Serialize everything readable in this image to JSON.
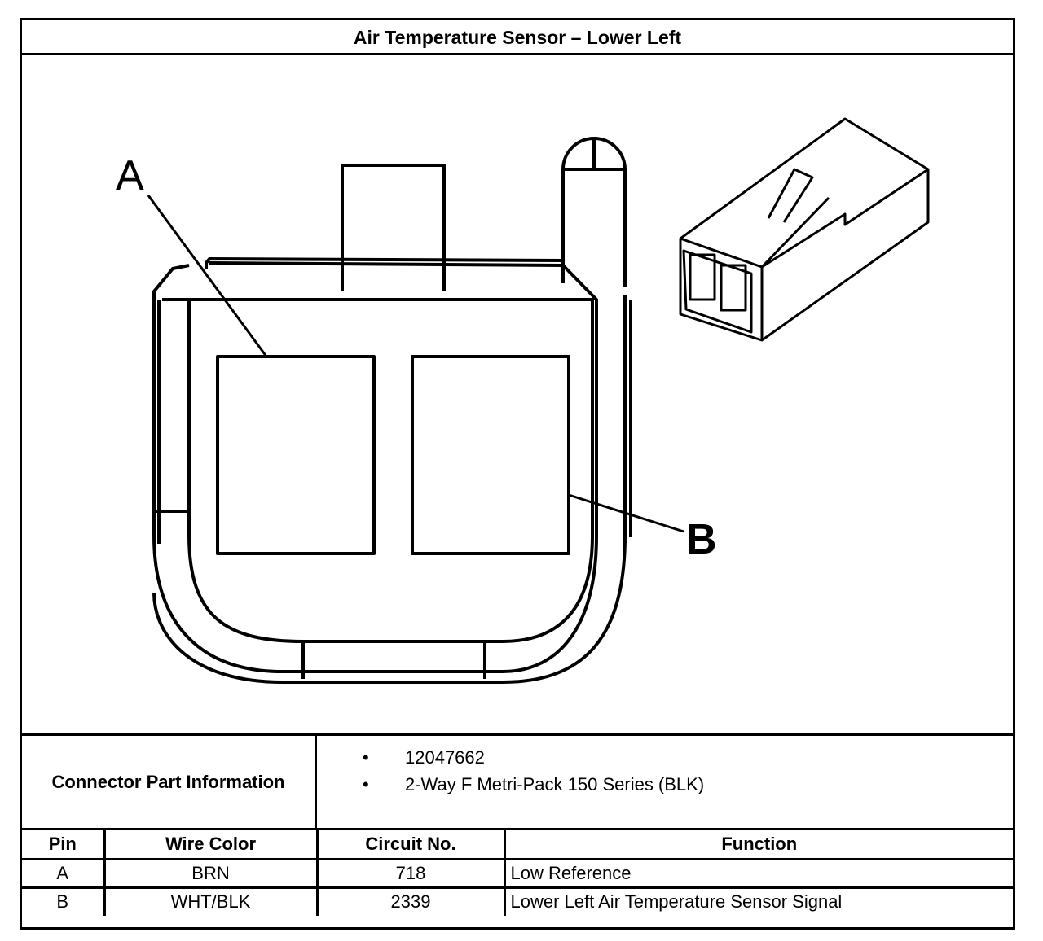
{
  "title": "Air Temperature Sensor – Lower Left",
  "diagram": {
    "label_a": "A",
    "label_b": "B"
  },
  "connector_info": {
    "label": "Connector Part Information",
    "bullet": "•",
    "items": [
      "12047662",
      "2-Way F Metri-Pack 150 Series (BLK)"
    ]
  },
  "pin_table": {
    "headers": [
      "Pin",
      "Wire Color",
      "Circuit No.",
      "Function"
    ],
    "rows": [
      {
        "pin": "A",
        "wire_color": "BRN",
        "circuit": "718",
        "function": "Low Reference"
      },
      {
        "pin": "B",
        "wire_color": "WHT/BLK",
        "circuit": "2339",
        "function": "Lower Left Air Temperature Sensor Signal"
      }
    ]
  }
}
